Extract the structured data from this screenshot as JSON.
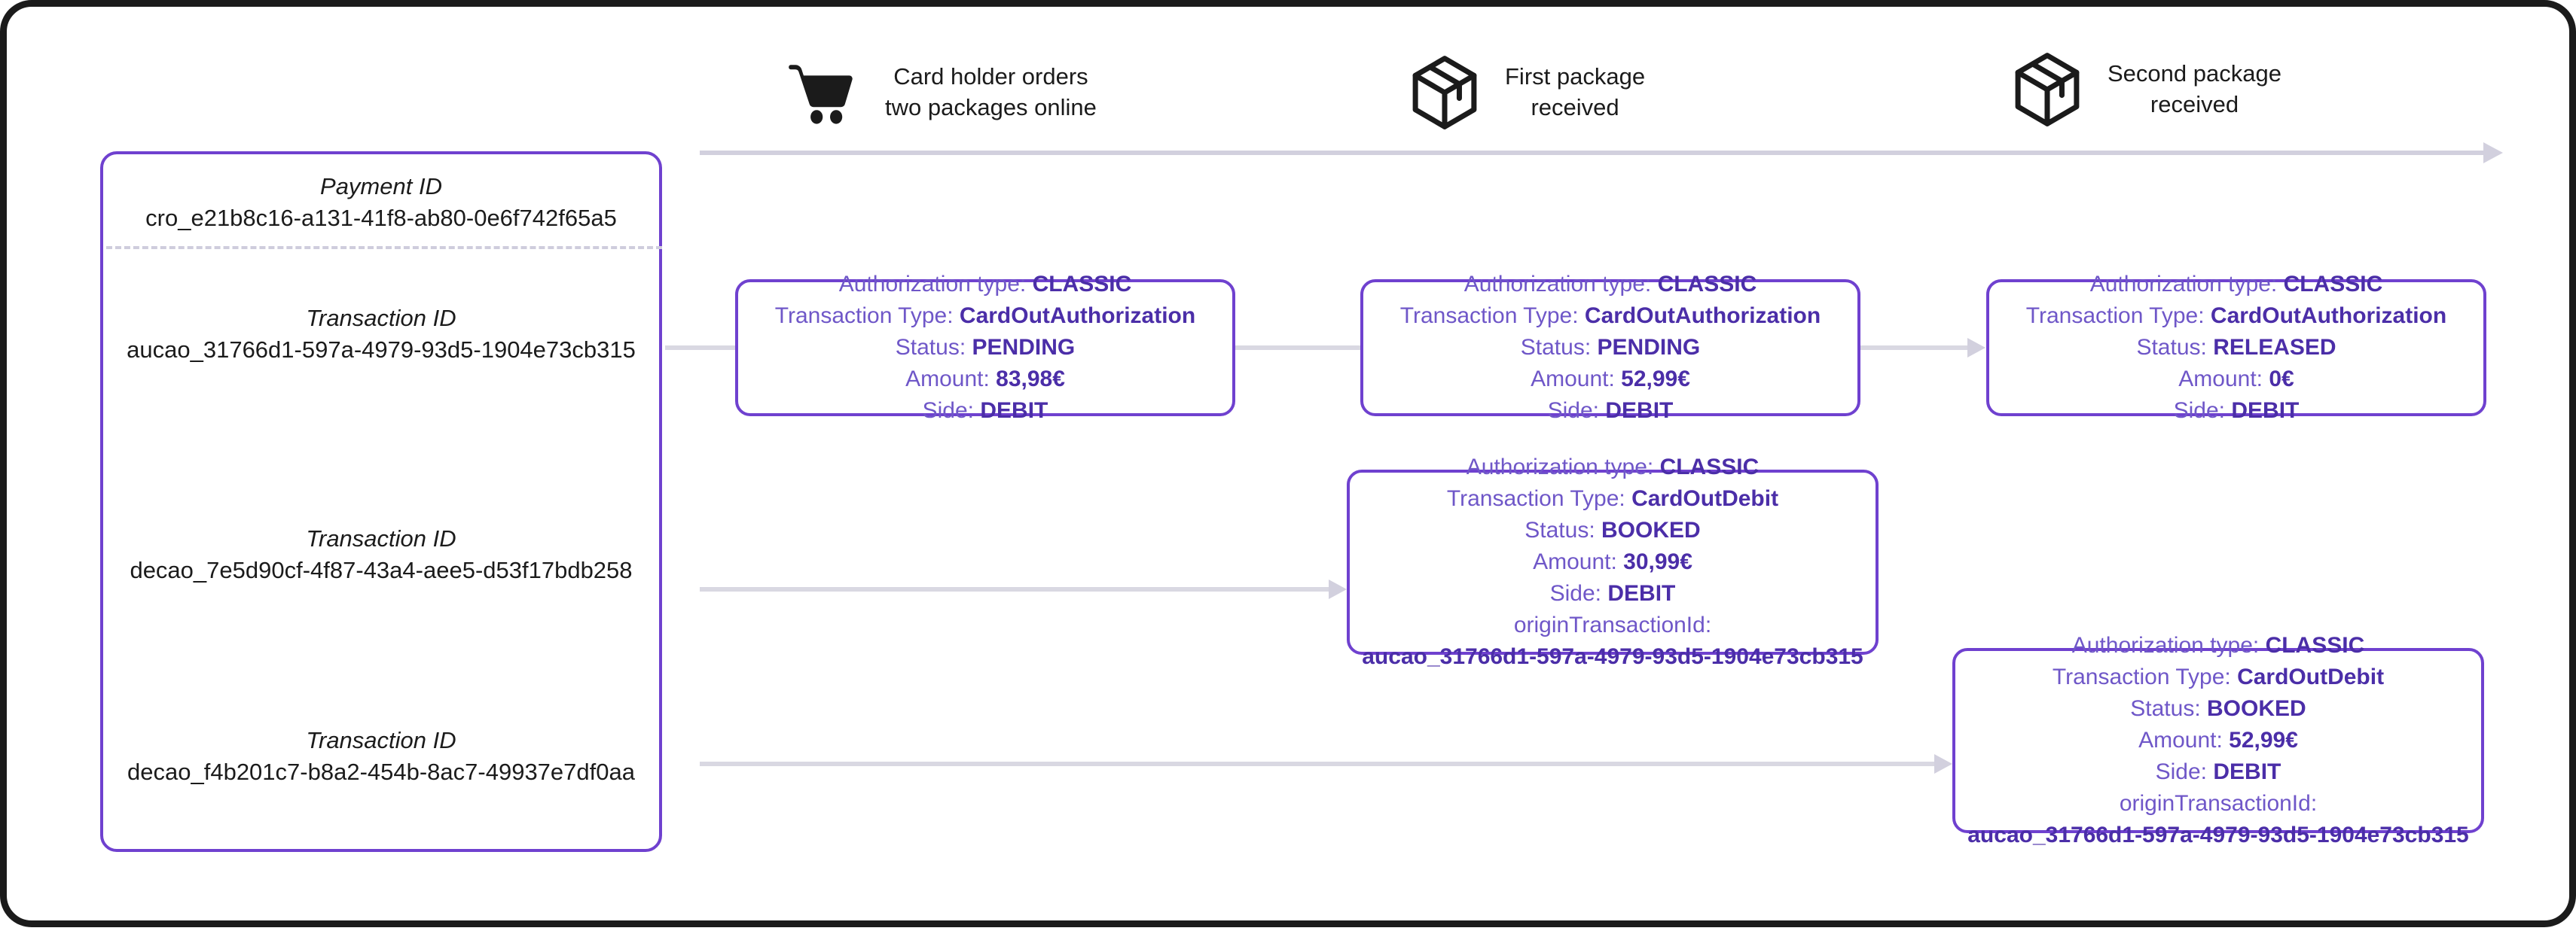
{
  "timeline": {
    "milestones": [
      {
        "icon": "shopping-cart-icon",
        "label": "Card holder orders\ntwo packages online"
      },
      {
        "icon": "package-box-icon",
        "label": "First package\nreceived"
      },
      {
        "icon": "package-box-icon",
        "label": "Second package\nreceived"
      }
    ]
  },
  "payment_panel": {
    "payment": {
      "caption": "Payment ID",
      "value": "cro_e21b8c16-a131-41f8-ab80-0e6f742f65a5"
    },
    "transactions": [
      {
        "caption": "Transaction ID",
        "value": "aucao_31766d1-597a-4979-93d5-1904e73cb315"
      },
      {
        "caption": "Transaction ID",
        "value": "decao_7e5d90cf-4f87-43a4-aee5-d53f17bdb258"
      },
      {
        "caption": "Transaction ID",
        "value": "decao_f4b201c7-b8a2-454b-8ac7-49937e7df0aa"
      }
    ]
  },
  "labels": {
    "authorization_type": "Authorization type:",
    "transaction_type": "Transaction Type:",
    "status": "Status:",
    "amount": "Amount:",
    "side": "Side:",
    "origin_transaction_id": "originTransactionId:"
  },
  "cards": {
    "auth1": {
      "authorization_type": "CLASSIC",
      "transaction_type": "CardOutAuthorization",
      "status": "PENDING",
      "amount": "83,98€",
      "side": "DEBIT"
    },
    "auth2": {
      "authorization_type": "CLASSIC",
      "transaction_type": "CardOutAuthorization",
      "status": "PENDING",
      "amount": "52,99€",
      "side": "DEBIT"
    },
    "auth3": {
      "authorization_type": "CLASSIC",
      "transaction_type": "CardOutAuthorization",
      "status": "RELEASED",
      "amount": "0€",
      "side": "DEBIT"
    },
    "debit1": {
      "authorization_type": "CLASSIC",
      "transaction_type": "CardOutDebit",
      "status": "BOOKED",
      "amount": "30,99€",
      "side": "DEBIT",
      "origin_transaction_id": "aucao_31766d1-597a-4979-93d5-1904e73cb315"
    },
    "debit2": {
      "authorization_type": "CLASSIC",
      "transaction_type": "CardOutDebit",
      "status": "BOOKED",
      "amount": "52,99€",
      "side": "DEBIT",
      "origin_transaction_id": "aucao_31766d1-597a-4979-93d5-1904e73cb315"
    }
  },
  "colors": {
    "accent_border": "#6f41cf",
    "label_text": "#6f57c8",
    "value_text": "#4b2ea8",
    "connector": "#d2d0de",
    "frame": "#1b1b1b"
  }
}
